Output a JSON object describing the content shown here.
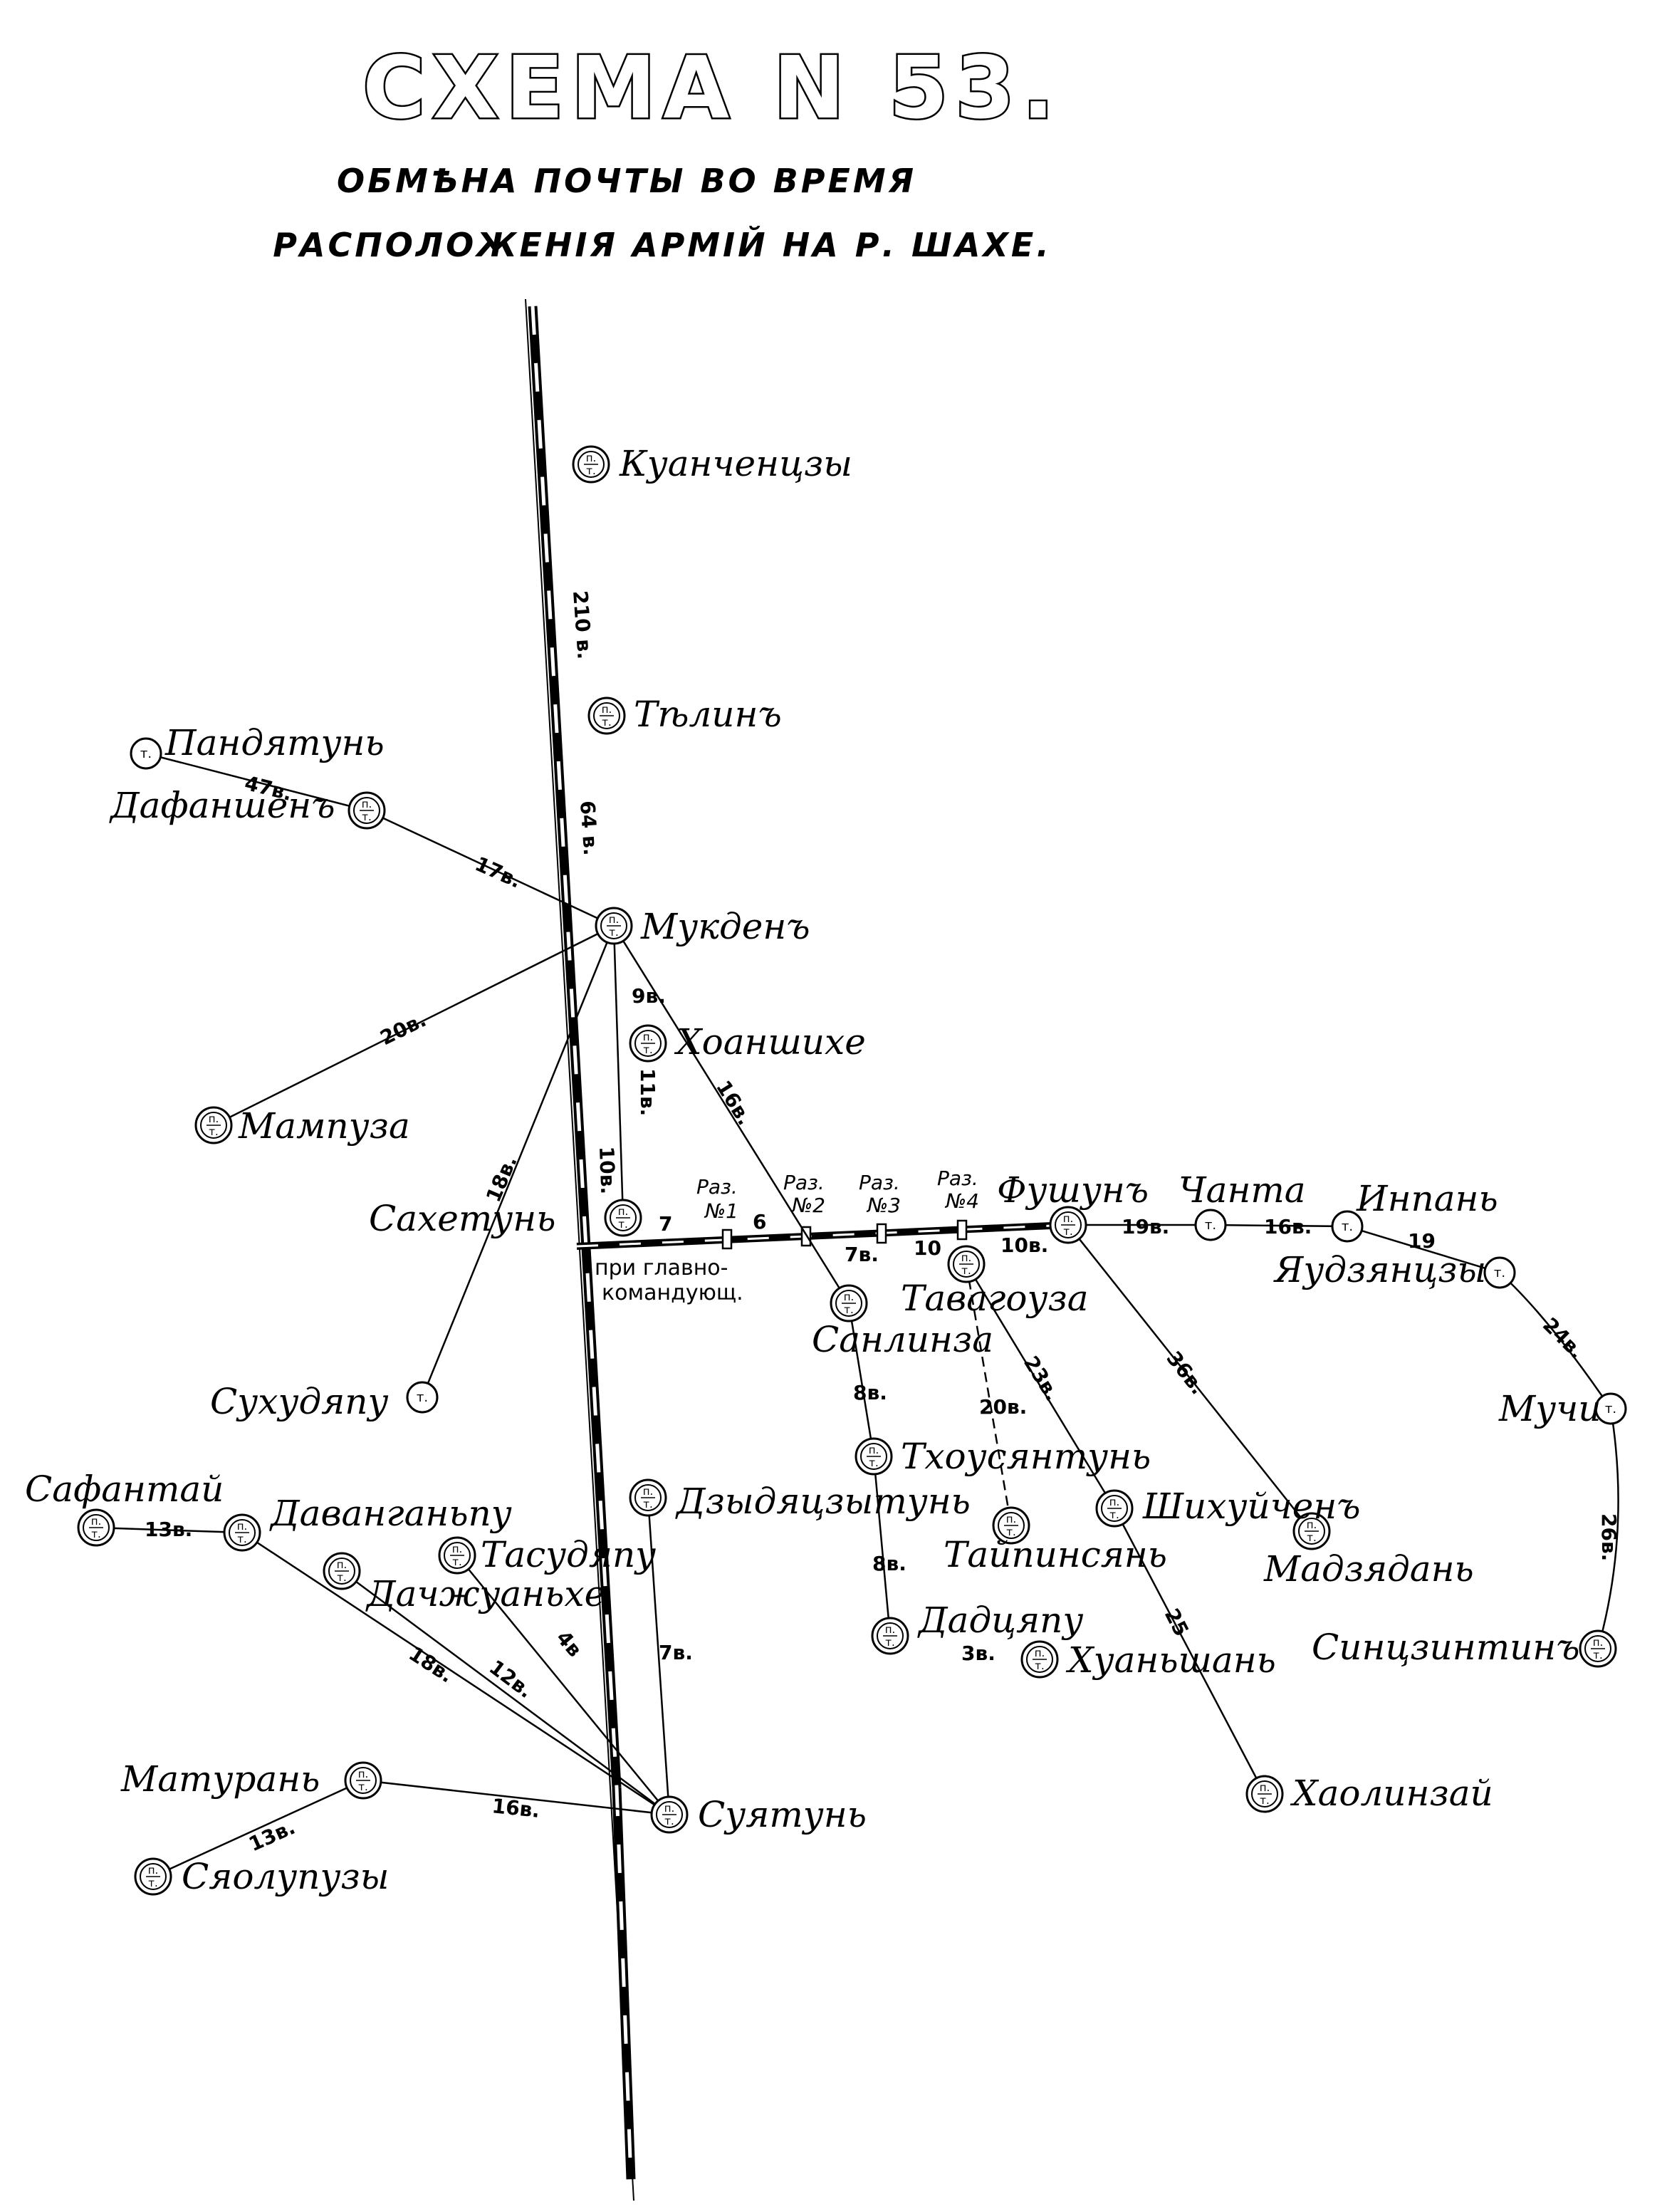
{
  "title": "СХЕМА N 53.",
  "subtitle_line1": "ОБМѢНА ПОЧТЫ ВО ВРЕМЯ",
  "subtitle_line2": "РАСПОЛОЖЕНІЯ АРМІЙ НА Р. ШАХЕ.",
  "symbols": {
    "post_telegraph": "п. т.",
    "telegraph": "т."
  },
  "places": {
    "kuanchentszy": "Куанченцзы",
    "telin": "Тѣлинъ",
    "pandyatun": "Пандятунь",
    "dafanshen": "Дафаншенъ",
    "mukden": "Мукденъ",
    "khoanshikhe": "Хоаншихе",
    "mampuza": "Мампуза",
    "sakhetun": "Сахетунь",
    "sukhudyapu": "Сухудяпу",
    "pri_glavnokom_1": "при главно-",
    "pri_glavnokom_2": "командующ.",
    "fushun": "Фушунъ",
    "chanta": "Чанта",
    "inpan": "Инпань",
    "yaudzyantszy": "Яудзянцзы",
    "muchi": "Мучи",
    "tavagouza": "Тавагоуза",
    "sanlinza": "Санлинза",
    "tkhousyantun": "Тхоусянтунь",
    "shikhuichen": "Шихуйченъ",
    "madzyadan": "Мадзядань",
    "taipinsyan": "Тайпинсянь",
    "dadtsyapu": "Дадцяпу",
    "khuanshan": "Хуаньшань",
    "sintszintin": "Синцзинтинъ",
    "khaolinzai": "Хаолинзай",
    "dzydyatszytun": "Дзыдяцзытунь",
    "safantai": "Сафантай",
    "davanganpu": "Даванганьпу",
    "tasudyapu": "Тасудяпу",
    "dachzhuankhe": "Дачжуаньхе",
    "maturan": "Матурань",
    "syaolupuzy": "Сяолупузы",
    "suyatun": "Суятунь"
  },
  "razyezdy": {
    "r1_top": "Раз.",
    "r1_bot": "№1",
    "r2_top": "Раз.",
    "r2_bot": "№2",
    "r3_top": "Раз.",
    "r3_bot": "№3",
    "r4_top": "Раз.",
    "r4_bot": "№4"
  },
  "distances": {
    "d210": "210 в.",
    "d64": "64 в.",
    "d47": "47в.",
    "d17": "17в.",
    "d20": "20в.",
    "d9": "9в.",
    "d16a": "16в.",
    "d11": "11в.",
    "d10v": "10в.",
    "d18a": "18в.",
    "seg7": "7",
    "seg6": "6",
    "d7v": "7в.",
    "seg10": "10",
    "d10b": "10в.",
    "d19a": "19в.",
    "d16b": "16в.",
    "d19b": "19",
    "d24": "24в.",
    "d26": "26в.",
    "d8a": "8в.",
    "d20b": "20в.",
    "d23": "23в.",
    "d36": "36в.",
    "d8b": "8в.",
    "d3": "3в.",
    "d25": "25",
    "d7b": "7в.",
    "d13a": "13в.",
    "d18b": "18в.",
    "d12": "12в.",
    "d4": "4в",
    "d16c": "16в.",
    "d13b": "13в."
  }
}
